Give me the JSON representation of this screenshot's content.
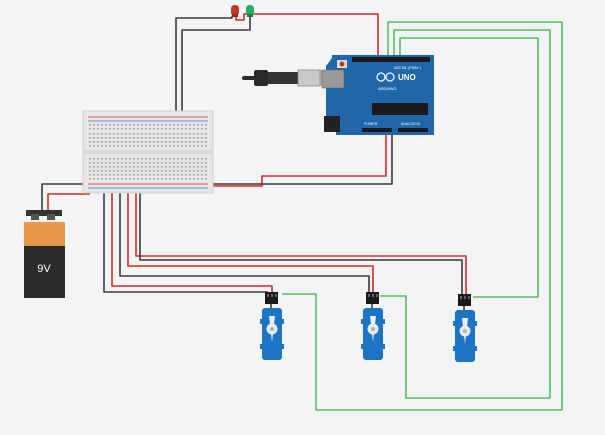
{
  "battery": {
    "label": "9V",
    "terminal_plus": "+",
    "terminal_minus": "−"
  },
  "arduino": {
    "model": "UNO",
    "brand": "ARDUINO",
    "digital_header": "DIGITAL (PWM~)",
    "analog_header": "ANALOG IN",
    "power_header": "POWER"
  },
  "colors": {
    "background": "#f3f4f6",
    "wire_red": "#d42a2a",
    "wire_black": "#3a3a3a",
    "wire_green": "#5dbb5d",
    "arduino_board": "#1f67a8",
    "servo_body": "#1b74c4",
    "battery_top": "#e8964a",
    "battery_bottom": "#2b2b2b",
    "breadboard": "#e6e6e6",
    "led_red": "#c0392b",
    "led_green": "#27ae60"
  },
  "components": [
    "breadboard",
    "arduino-uno",
    "9v-battery",
    "servo-1",
    "servo-2",
    "servo-3",
    "led-red",
    "led-green",
    "usb-cable"
  ]
}
